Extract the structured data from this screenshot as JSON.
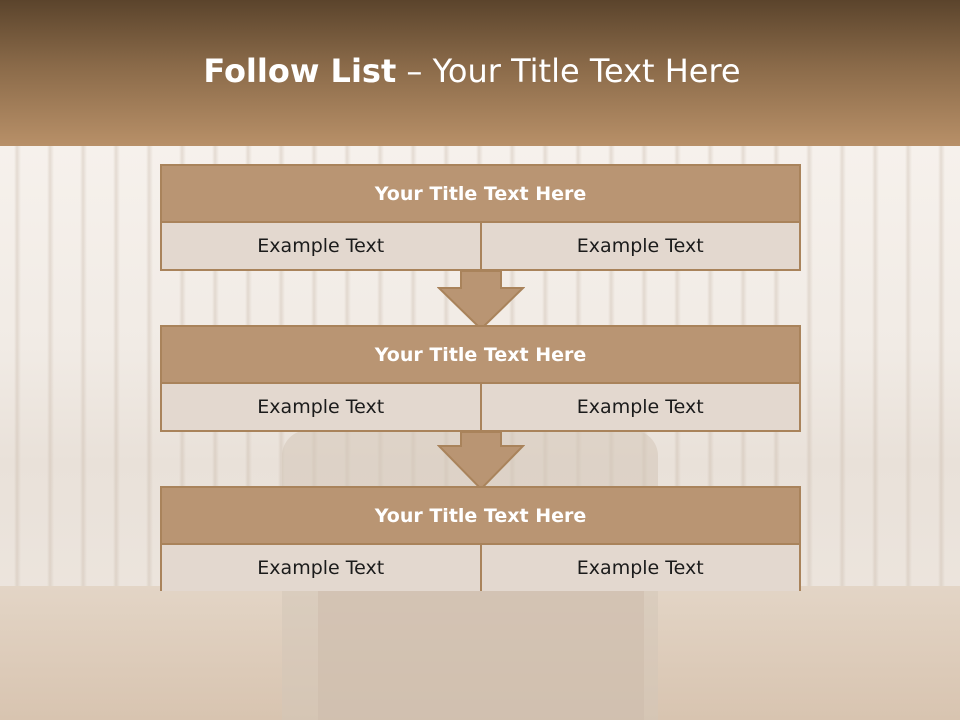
{
  "slide": {
    "title_bold": "Follow List",
    "title_rest": " – Your Title Text Here"
  },
  "steps": [
    {
      "title": "Your Title Text Here",
      "left": "Example Text",
      "right": "Example Text"
    },
    {
      "title": "Your Title Text Here",
      "left": "Example Text",
      "right": "Example Text"
    },
    {
      "title": "Your Title Text Here",
      "left": "Example Text",
      "right": "Example Text"
    }
  ],
  "colors": {
    "header": "#8a6a49",
    "box_header": "#b99573",
    "box_cell": "#e3d8cf",
    "border": "#a9835b"
  }
}
